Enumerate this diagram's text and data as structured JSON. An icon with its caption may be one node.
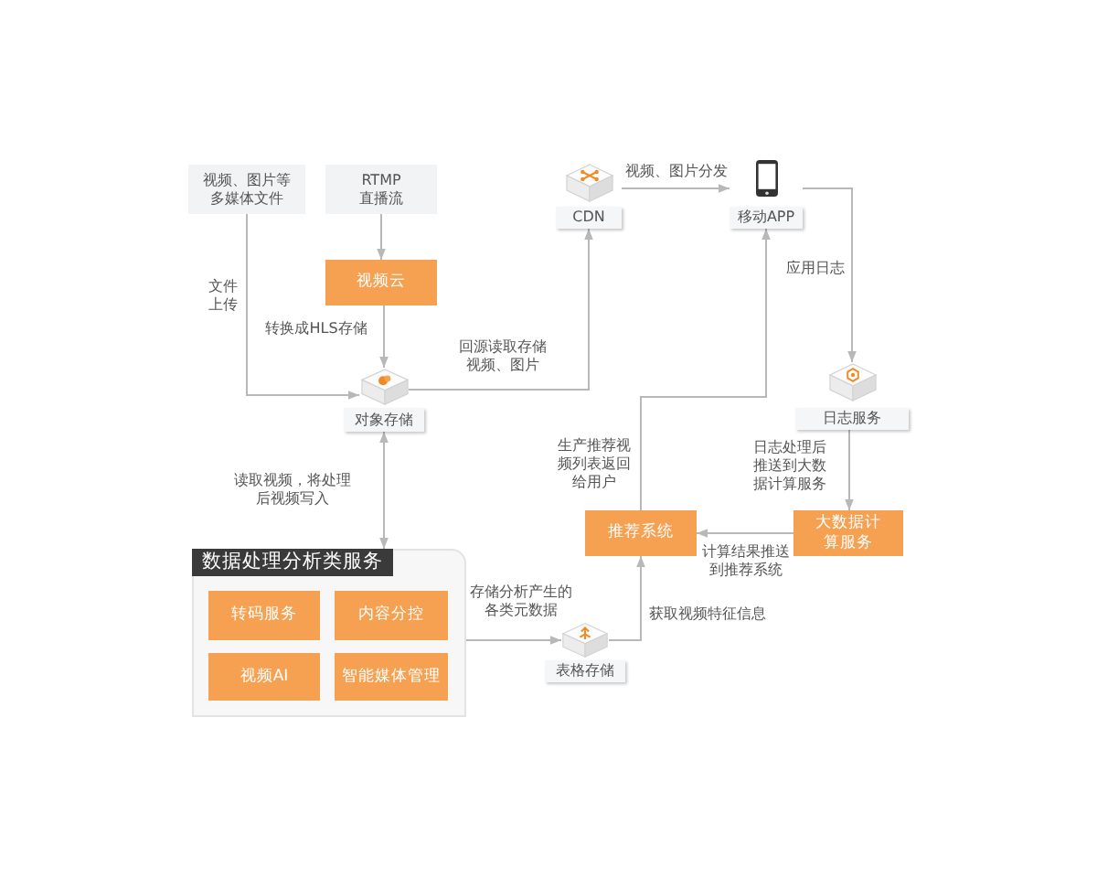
{
  "diagram": {
    "nodes": [
      {
        "text": [
          "视频、图片等多媒体文件"
        ]
      },
      {
        "text": [
          "RTMP直播流"
        ]
      },
      {
        "text": [
          "CDN"
        ]
      },
      {
        "text": [
          "移动APP"
        ]
      },
      {
        "text": [
          "视频云"
        ]
      },
      {
        "text": [
          "对象存储"
        ]
      },
      {
        "text": [
          "日志服务"
        ]
      },
      {
        "text": [
          "推荐系统"
        ]
      },
      {
        "text": [
          "大数据计算服务"
        ]
      },
      {
        "text": [
          "数据处理分析类服务"
        ]
      },
      {
        "text": [
          "转码服务"
        ],
        "in": 9
      },
      {
        "text": [
          "内容分控"
        ],
        "in": 9
      },
      {
        "text": [
          "视频AI"
        ],
        "in": 9
      },
      {
        "text": [
          "智能媒体管理"
        ],
        "in": 9
      },
      {
        "text": [
          "表格存储"
        ]
      }
    ],
    "edges": [
      {
        "from": 0,
        "to": 5,
        "arrow": "to",
        "label": "文件上传"
      },
      {
        "from": 1,
        "to": 4,
        "arrow": "to"
      },
      {
        "from": 4,
        "to": 5,
        "arrow": "to",
        "label": "转换成HLS存储"
      },
      {
        "from": 5,
        "to": 2,
        "arrow": "to",
        "label": "回源读取存储视频、图片"
      },
      {
        "from": 2,
        "to": 3,
        "arrow": "to",
        "label": "视频、图片分发"
      },
      {
        "from": 3,
        "to": 6,
        "arrow": "to",
        "label": "应用日志"
      },
      {
        "from": 6,
        "to": 8,
        "arrow": "to",
        "label": "日志处理后推送到大数据计算服务"
      },
      {
        "from": 8,
        "to": 7,
        "arrow": "to",
        "label": "计算结果推送到推荐系统"
      },
      {
        "from": 7,
        "to": 3,
        "arrow": "to",
        "label": "生产推荐视频列表返回给用户"
      },
      {
        "from": 5,
        "to": 9,
        "arrow": "both",
        "label": "读取视频，将处理后视频写入"
      },
      {
        "from": 9,
        "to": 14,
        "arrow": "to",
        "label": "存储分析产生的各类元数据"
      },
      {
        "from": 14,
        "to": 7,
        "arrow": "to",
        "label": "获取视频特征信息"
      }
    ]
  }
}
